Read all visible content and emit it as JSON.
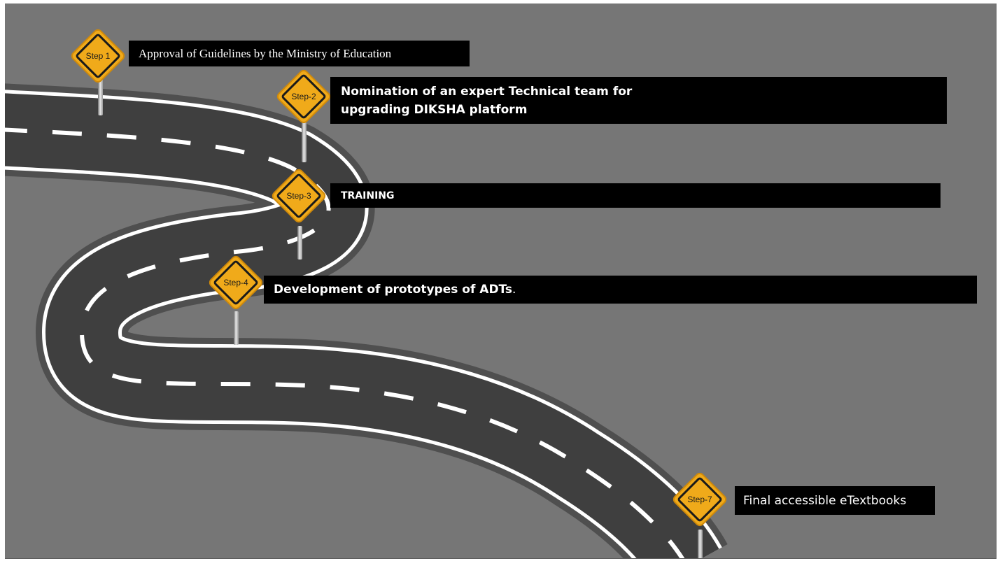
{
  "colors": {
    "background": "#767676",
    "road_outer": "#4f4f4f",
    "road_edge_line": "#ffffff",
    "road_surface": "#3f3f3f",
    "sign_fill": "#f0aa1a",
    "sign_border": "#1a1a1a",
    "label_box": "#000000"
  },
  "steps": [
    {
      "badge": "Step 1",
      "text": "Approval of Guidelines by the Ministry of Education"
    },
    {
      "badge": "Step-2",
      "text_line1": "Nomination of an expert Technical team for",
      "text_line2": "upgrading DIKSHA platform"
    },
    {
      "badge": "Step-3",
      "text": "TRAINING"
    },
    {
      "badge": "Step-4",
      "text": "Development of prototypes of ADTs",
      "suffix": "."
    },
    {
      "badge": "Step-7",
      "text": "Final accessible eTextbooks"
    }
  ]
}
